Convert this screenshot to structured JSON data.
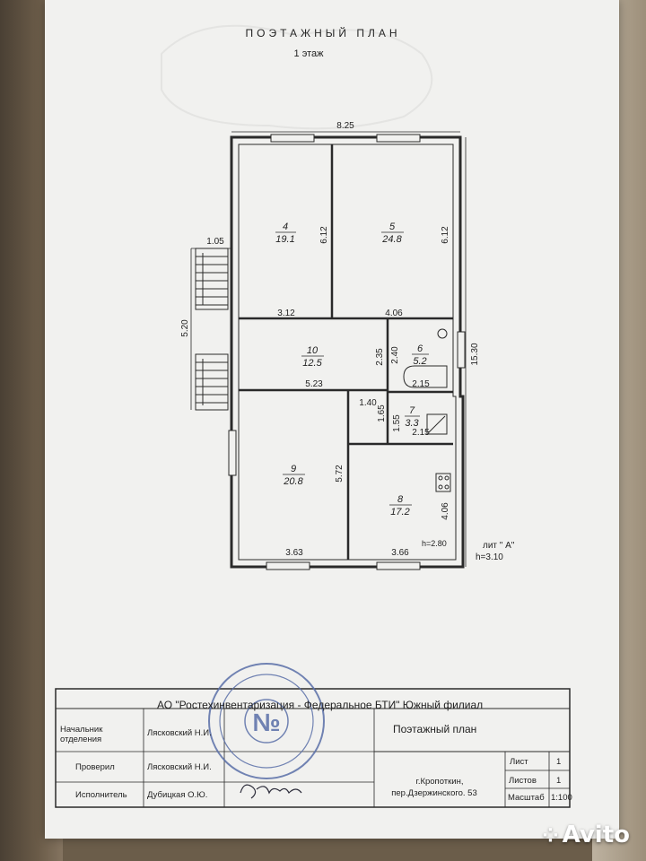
{
  "header": {
    "title": "ПОЭТАЖНЫЙ ПЛАН",
    "floor": "1 этаж"
  },
  "plan": {
    "rooms": [
      {
        "number": "4",
        "area": "19.1"
      },
      {
        "number": "5",
        "area": "24.8"
      },
      {
        "number": "10",
        "area": "12.5"
      },
      {
        "number": "6",
        "area": "5.2"
      },
      {
        "number": "7",
        "area": "3.3"
      },
      {
        "number": "9",
        "area": "20.8"
      },
      {
        "number": "8",
        "area": "17.2"
      }
    ],
    "dimensions": {
      "total_width": "8.25",
      "total_height": "15.30",
      "stair_width": "1.05",
      "stair_length": "5.20",
      "room4_height": "6.12",
      "room5_height": "6.12",
      "room4_width": "3.12",
      "room5_width": "4.06",
      "room10_height": "2.35",
      "room6_height": "2.40",
      "room10_width": "5.23",
      "room6_width": "2.15",
      "room7_depth": "1.40",
      "room7_height_a": "1.55",
      "room7_height_b": "1.65",
      "room7_width": "2.15",
      "room9_height": "5.72",
      "room8_height": "4.06",
      "room9_width": "3.63",
      "room8_width": "3.66",
      "ceiling_inner": "h=2.80",
      "ceiling_outer": "h=3.10"
    },
    "liter": "лит \" А\""
  },
  "title_block": {
    "organization": "АО  \"Ростехинвентаризация - Федеральное БТИ\" Южный филиал",
    "rows": [
      {
        "role": "Начальник отделения",
        "name": "Лясковский Н.И."
      },
      {
        "role": "Проверил",
        "name": "Лясковский Н.И."
      },
      {
        "role": "Исполнитель",
        "name": "Дубицкая О.Ю."
      }
    ],
    "sheet_name": "Поэтажный план",
    "address_line1": "г.Кропоткин,",
    "address_line2": "пер.Дзержинского. 53",
    "sheet_label": "Лист",
    "sheet_value": "1",
    "sheets_label": "Листов",
    "sheets_value": "1",
    "scale_label": "Масштаб",
    "scale_value": "1:100"
  },
  "watermark": {
    "text": "Avito"
  },
  "colors": {
    "line": "#2a2a2a",
    "stamp": "#5a6fa8",
    "paper": "#f1f1ef"
  }
}
